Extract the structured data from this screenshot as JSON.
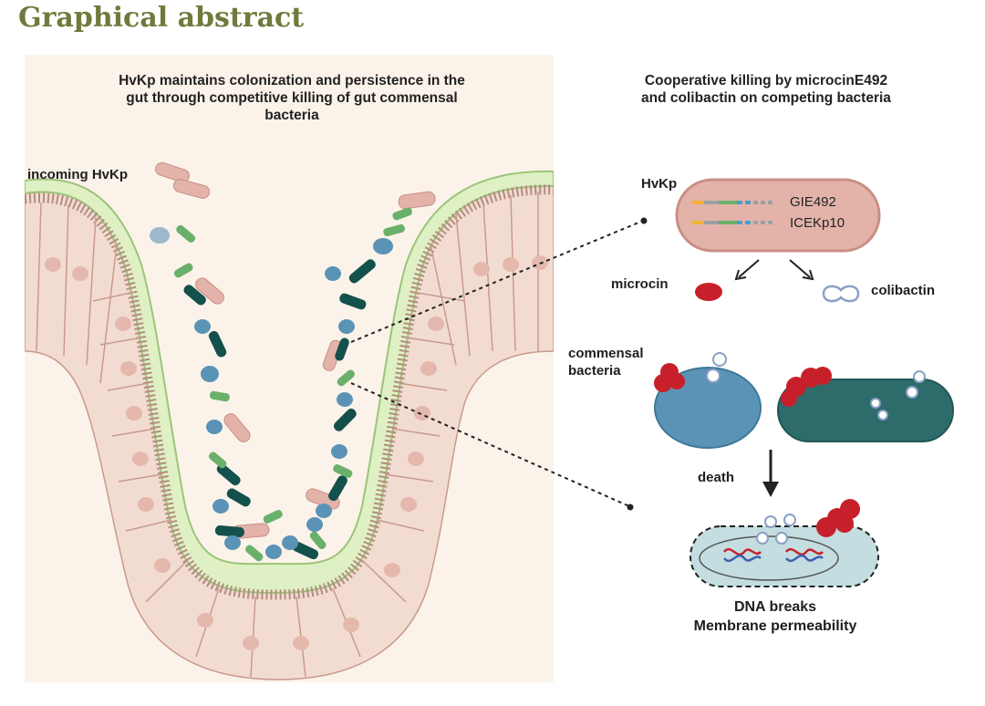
{
  "header": {
    "title": "Graphical abstract"
  },
  "left_panel": {
    "title": "HvKp maintains colonization and persistence  in the gut through competitive killing of gut commensal bacteria",
    "incoming_label": "incoming HvKp"
  },
  "right_panel": {
    "title": "Cooperative killing by microcinE492 and colibactin on competing bacteria",
    "hvkp_label": "HvKp",
    "genes": [
      "GIE492",
      "ICEKp10"
    ],
    "microcin_label": "microcin",
    "colibactin_label": "colibactin",
    "commensal_label": "commensal bacteria",
    "death_label": "death",
    "outcomes": [
      "DNA breaks",
      "Membrane permeability"
    ]
  },
  "colors": {
    "heading": "#6f7a3c",
    "hvkp": "#e3b3aa",
    "commensal_blue": "#5b93b6",
    "commensal_teal": "#2e6c6c",
    "dark_rod": "#14504c",
    "green_rod": "#6bb06a",
    "microcin": "#c8202a",
    "mucus": "#dff0c4",
    "tissue": "#f2dcd2"
  }
}
